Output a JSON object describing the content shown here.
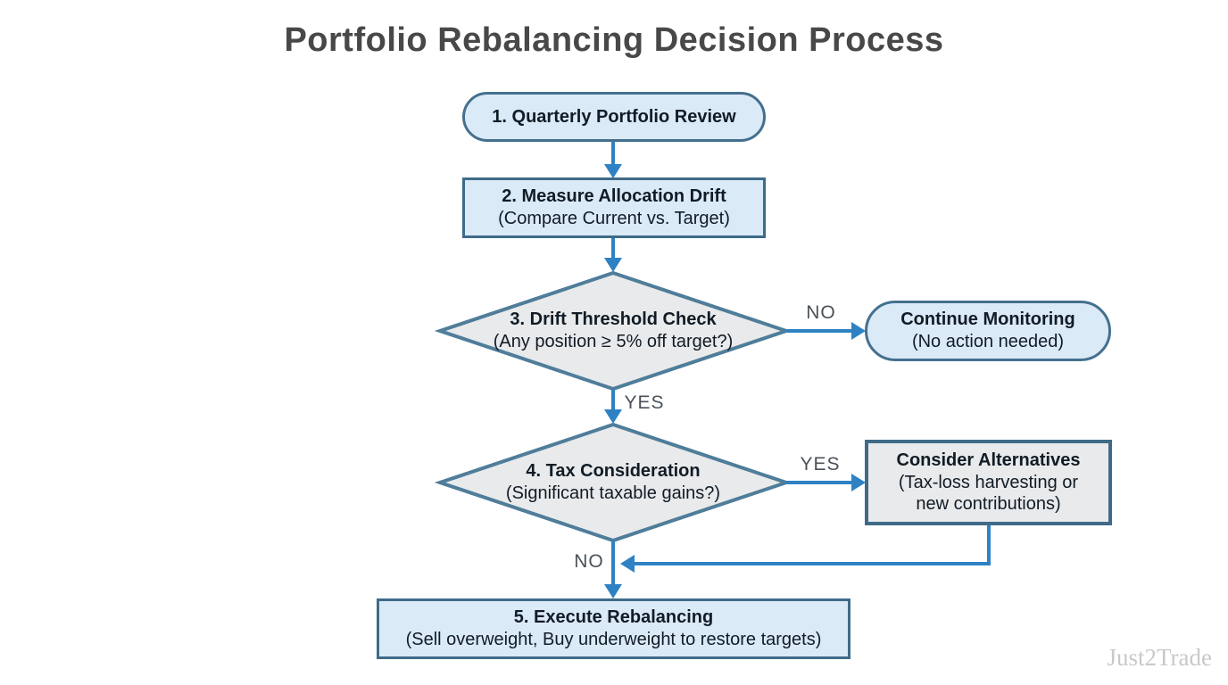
{
  "title": "Portfolio Rebalancing Decision Process",
  "watermark": "Just2Trade",
  "colors": {
    "arrow_blue": "#2e82c4",
    "box_border": "#3f6b88",
    "pill_border": "#44708e",
    "diamond_border": "#4f7d9a",
    "blue_fill": "#dbeaf7",
    "gray_fill": "#e9eaeb",
    "node_text": "#111c26",
    "edge_label_text": "#4a5158",
    "title_text": "#484848",
    "watermark_text": "#c9c9c9"
  },
  "nodes": {
    "step1": {
      "label": "1. Quarterly Portfolio Review"
    },
    "step2": {
      "title": "2. Measure Allocation Drift",
      "subtitle": "(Compare Current vs. Target)"
    },
    "step3": {
      "title": "3. Drift Threshold Check",
      "subtitle": "(Any position ≥ 5% off target?)"
    },
    "continue_monitoring": {
      "title": "Continue Monitoring",
      "subtitle": "(No action needed)"
    },
    "step4": {
      "title": "4. Tax Consideration",
      "subtitle": "(Significant taxable gains?)"
    },
    "consider_alternatives": {
      "title": "Consider Alternatives",
      "subtitle_line1": "(Tax-loss harvesting or",
      "subtitle_line2": "new contributions)"
    },
    "step5": {
      "title": "5. Execute Rebalancing",
      "subtitle": "(Sell overweight, Buy underweight to restore targets)"
    }
  },
  "edge_labels": {
    "threshold_no": "NO",
    "threshold_yes": "YES",
    "tax_yes": "YES",
    "tax_no": "NO"
  }
}
